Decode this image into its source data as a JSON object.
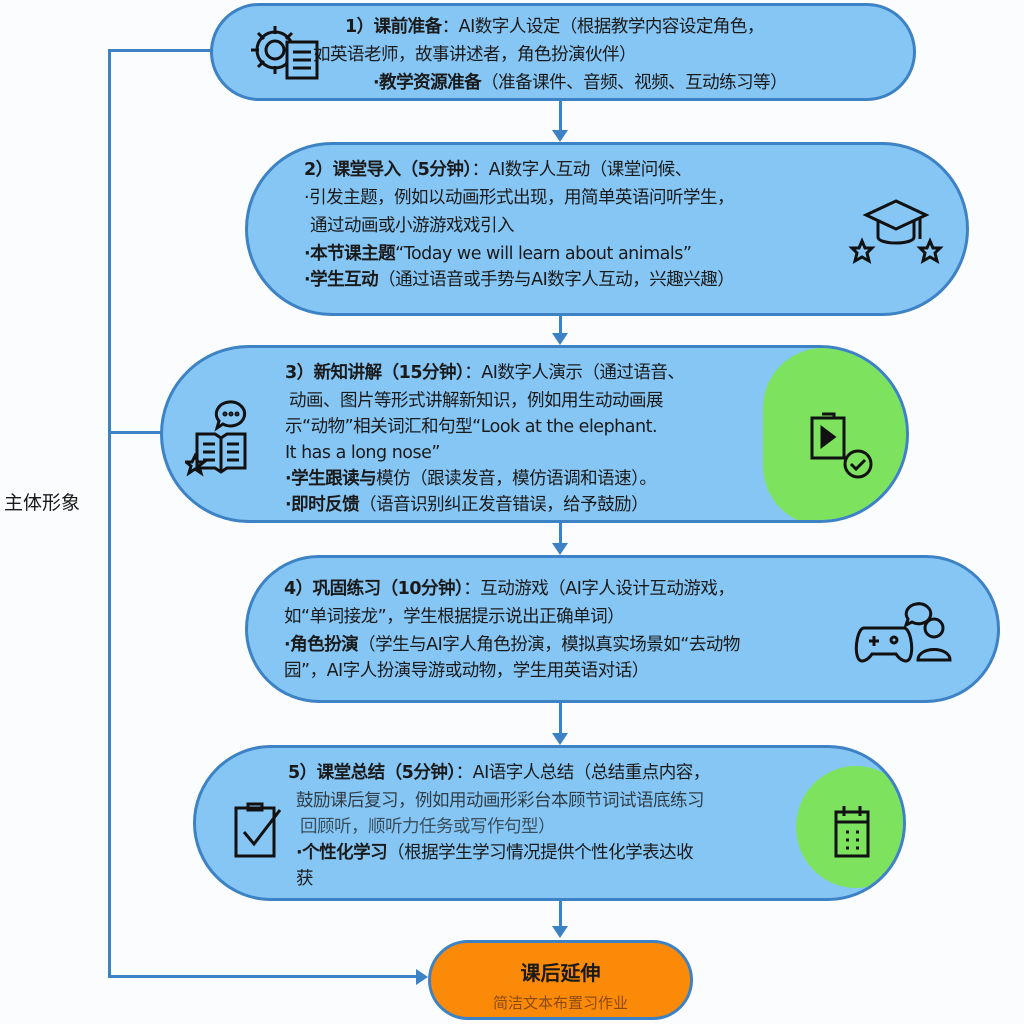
{
  "side_label": "主体形象",
  "steps": [
    {
      "icon": "gear-document-icon",
      "title": "1）课前准备",
      "lines": [
        {
          "bold": "1）课前准备",
          "text": "：AI数字人设定（根据教学内容设定角色，"
        },
        {
          "bold": "",
          "text": "如英语老师，故事讲述者，角色扮演伙伴）"
        },
        {
          "bold": "·教学资源准备",
          "text": "（准备课件、音频、视频、互动练习等）"
        }
      ]
    },
    {
      "icon": "graduation-cap-icon",
      "lines": [
        {
          "bold": "2）课堂导入（5分钟）",
          "text": "：AI数字人互动（课堂问候、"
        },
        {
          "bold": "",
          "text": "·引发主题，例如以动画形式出现，用简单英语问听学生，"
        },
        {
          "bold": "",
          "text": "通过动画或小游游戏戏引入"
        },
        {
          "bold": "·本节课主题",
          "text": "“Today we will learn about animals”"
        },
        {
          "bold": "·学生互动",
          "text": "（通过语音或手势与AI数字人互动，兴趣兴趣）"
        }
      ]
    },
    {
      "icon": "book-chat-icon",
      "icon_right": "video-check-icon",
      "lines": [
        {
          "bold": "3）新知讲解（15分钟）",
          "text": "：AI数字人演示（通过语音、"
        },
        {
          "bold": "",
          "text": " 动画、图片等形式讲解新知识，例如用生动动画展"
        },
        {
          "bold": "",
          "text": "示“动物”相关词汇和句型“Look at the elephant."
        },
        {
          "bold": "",
          "text": "It has a long nose”"
        },
        {
          "bold": "·学生跟读与",
          "text": "模仿（跟读发音，模仿语调和语速）。"
        },
        {
          "bold": "·即时反馈",
          "text": "（语音识别纠正发音错误，给予鼓励）"
        }
      ]
    },
    {
      "icon": "gamepad-user-chat-icon",
      "lines": [
        {
          "bold": "4）巩固练习（10分钟）",
          "text": "：互动游戏（AI字人设计互动游戏，"
        },
        {
          "bold": "",
          "text": "如“单词接龙”，学生根据提示说出正确单词）"
        },
        {
          "bold": "·角色扮演",
          "text": "（学生与AI字人角色扮演，模拟真实场景如“去动物"
        },
        {
          "bold": "",
          "text": "园”，AI字人扮演导游或动物，学生用英语对话）"
        }
      ]
    },
    {
      "icon": "clipboard-check-icon",
      "icon_right": "calendar-icon",
      "lines": [
        {
          "bold": "5）课堂总结（5分钟）",
          "text": "：AI语字人总结（总结重点内容，"
        },
        {
          "bold": "",
          "text": "  鼓励课后复习，例如用动画形彩台本顾节词试语底练习"
        },
        {
          "bold": "",
          "text": "回顾听，顺听力任务或写作句型）"
        },
        {
          "bold": "·个性化学习",
          "text": "（根据学生学习情况提供个性化学表达收"
        },
        {
          "bold": "",
          "text": "获"
        }
      ]
    }
  ],
  "final": {
    "title": "课后延伸",
    "subtitle": "简洁文本布置习作业"
  },
  "colors": {
    "box": "#85c6f5",
    "border": "#3d82c4",
    "green": "#7de35e",
    "orange": "#fb8a08"
  }
}
